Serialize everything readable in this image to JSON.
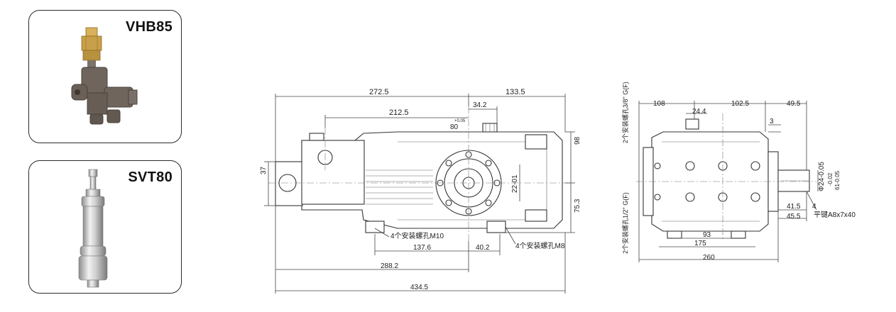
{
  "products": [
    {
      "title": "VHB85",
      "icon": "unloader-valve-icon"
    },
    {
      "title": "SVT80",
      "icon": "safety-valve-icon"
    }
  ],
  "side_view": {
    "dims": {
      "d272": "272.5",
      "d133": "133.5",
      "d34": "34.2",
      "d212": "212.5",
      "d80": "80",
      "d80tol": "+0.05",
      "d98": "98",
      "d37": "37",
      "d22": "22-01",
      "d75": "75.3",
      "d137": "137.6",
      "d40": "40.2",
      "d288": "288.2",
      "d434": "434.5"
    },
    "notes": {
      "m10": "4个安装螺孔M10",
      "m8": "4个安装螺孔M8"
    }
  },
  "front_view": {
    "dims": {
      "d108": "108",
      "d102": "102.5",
      "d49": "49.5",
      "d24": "24.4",
      "d3": "3",
      "shaft": "Φ24-0.05",
      "tol1": "-0.02",
      "tol2": "61-0.05",
      "d41": "41.5",
      "d4": "4",
      "d45": "45.5",
      "d93": "93",
      "d175": "175",
      "d260": "260"
    },
    "notes": {
      "port_top": "2个安装螺孔3/8\" G(F)",
      "port_bottom": "2个安装螺孔1/2\" G(F)",
      "key": "平键A8x7x40"
    }
  },
  "colors": {
    "brass": "#c9a04a",
    "valve_body": "#6f655c",
    "steel": "#c8c8c8",
    "line": "#333333"
  }
}
